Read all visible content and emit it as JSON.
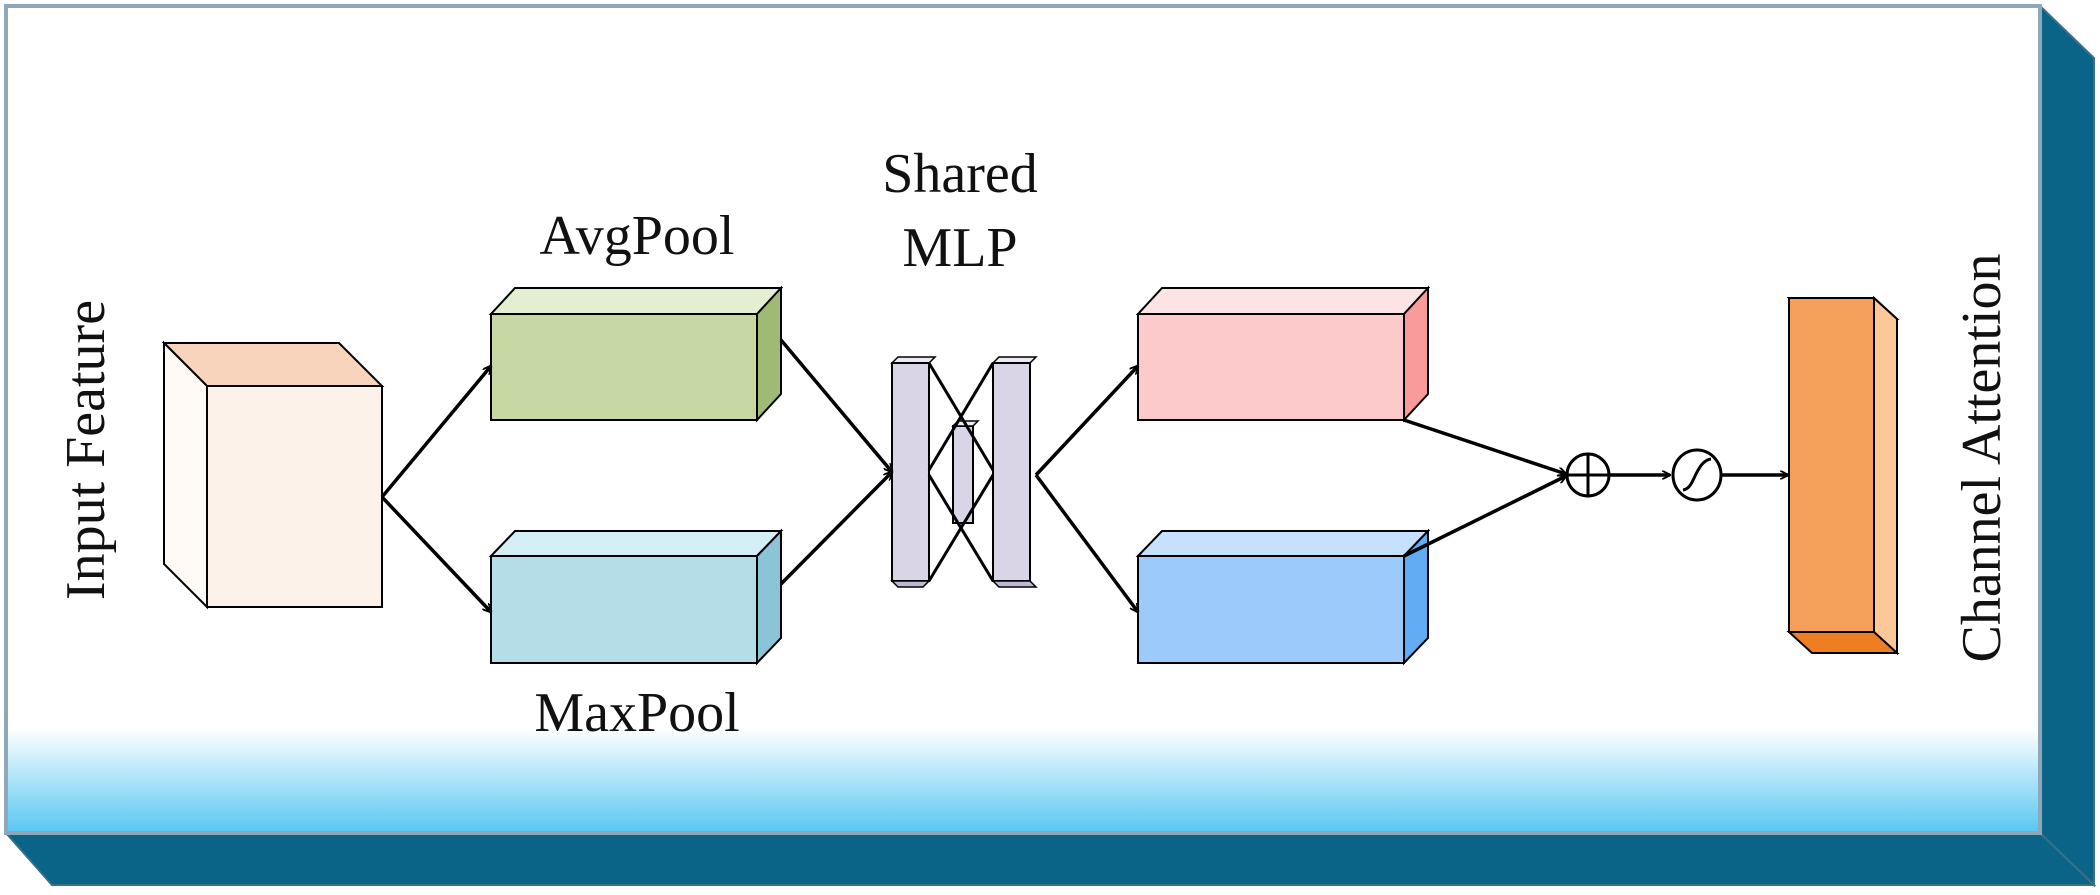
{
  "labels": {
    "input_feature": "Input Feature",
    "avgpool": "AvgPool",
    "maxpool": "MaxPool",
    "shared_mlp_line1": "Shared",
    "shared_mlp_line2": "MLP",
    "channel_attention": "Channel Attention"
  },
  "colors": {
    "frame_edge": "#0a6488",
    "frame_glow": "#5ac8f2",
    "input_cube_front": "#fdf2ea",
    "input_cube_top": "#f8d4bd",
    "avg_front": "#c5d8a4",
    "avg_side": "#9fba75",
    "max_front": "#b5dde8",
    "max_side": "#8bc4d6",
    "mlp_face": "#d9d4e6",
    "avg_out_front": "#fccaca",
    "avg_out_side": "#f99b9b",
    "max_out_front": "#9ccbfb",
    "max_out_side": "#62acf5",
    "attn_front": "#f5a05a",
    "attn_side": "#fcc898",
    "attn_bottom": "#ee7e22"
  },
  "icons": [
    "plus-circle-icon",
    "sigmoid-icon"
  ]
}
